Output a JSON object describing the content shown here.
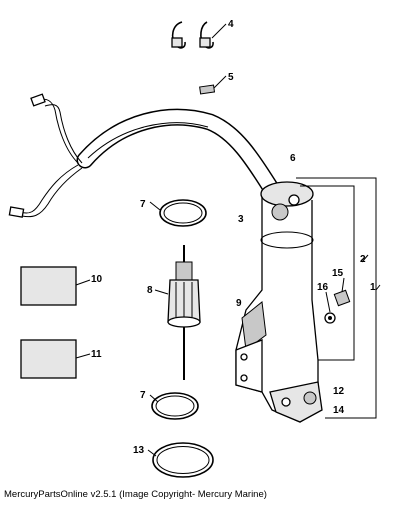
{
  "diagram": {
    "callouts": [
      "1",
      "2",
      "3",
      "4",
      "5",
      "6",
      "7",
      "7",
      "8",
      "9",
      "10",
      "11",
      "12",
      "13",
      "14",
      "15",
      "16"
    ]
  },
  "caption": "MercuryPartsOnline v2.5.1 (Image Copyright- Mercury Marine)"
}
